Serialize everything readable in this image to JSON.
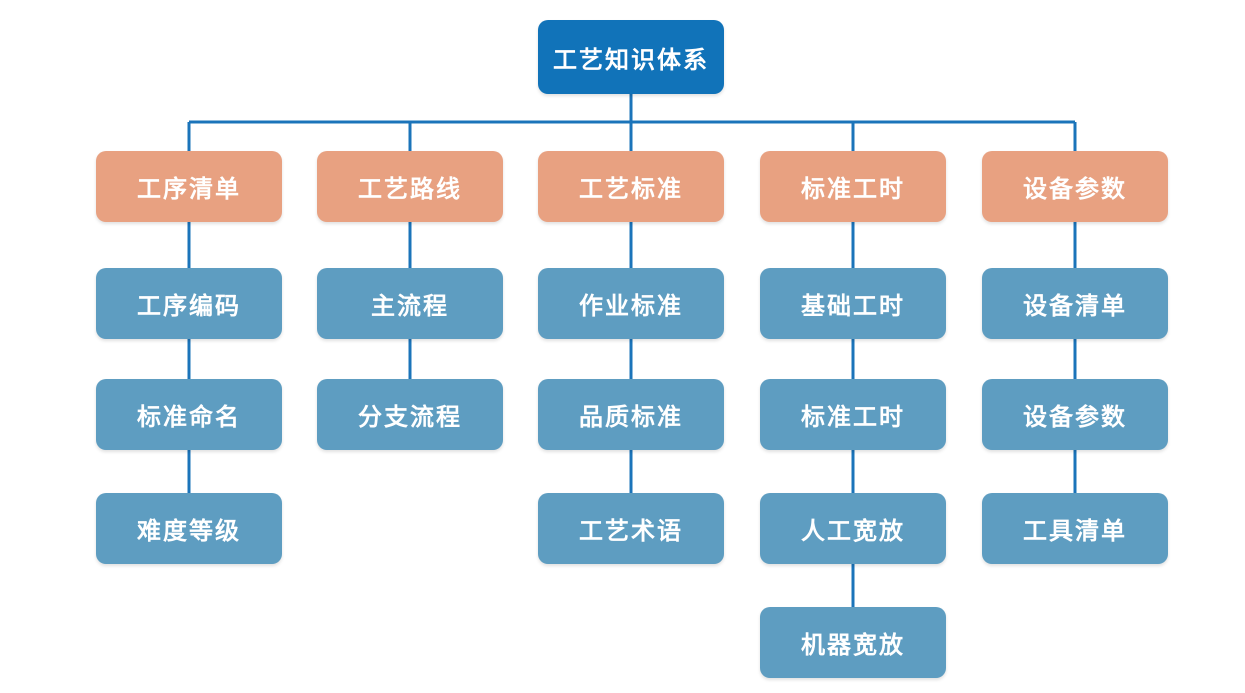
{
  "diagram": {
    "title": "工艺知识体系",
    "root": {
      "label": "工艺知识体系"
    },
    "columns": [
      {
        "header": "工序清单",
        "children": [
          "工序编码",
          "标准命名",
          "难度等级"
        ]
      },
      {
        "header": "工艺路线",
        "children": [
          "主流程",
          "分支流程"
        ]
      },
      {
        "header": "工艺标准",
        "children": [
          "作业标准",
          "品质标准",
          "工艺术语"
        ]
      },
      {
        "header": "标准工时",
        "children": [
          "基础工时",
          "标准工时",
          "人工宽放",
          "机器宽放"
        ]
      },
      {
        "header": "设备参数",
        "children": [
          "设备清单",
          "设备参数",
          "工具清单"
        ]
      }
    ],
    "colors": {
      "root_node": "#1173b9",
      "header_node": "#e8a181",
      "child_node": "#5e9dc1",
      "connector_line": "#1b74ba",
      "text": "#ffffff",
      "background": "#ffffff"
    }
  }
}
